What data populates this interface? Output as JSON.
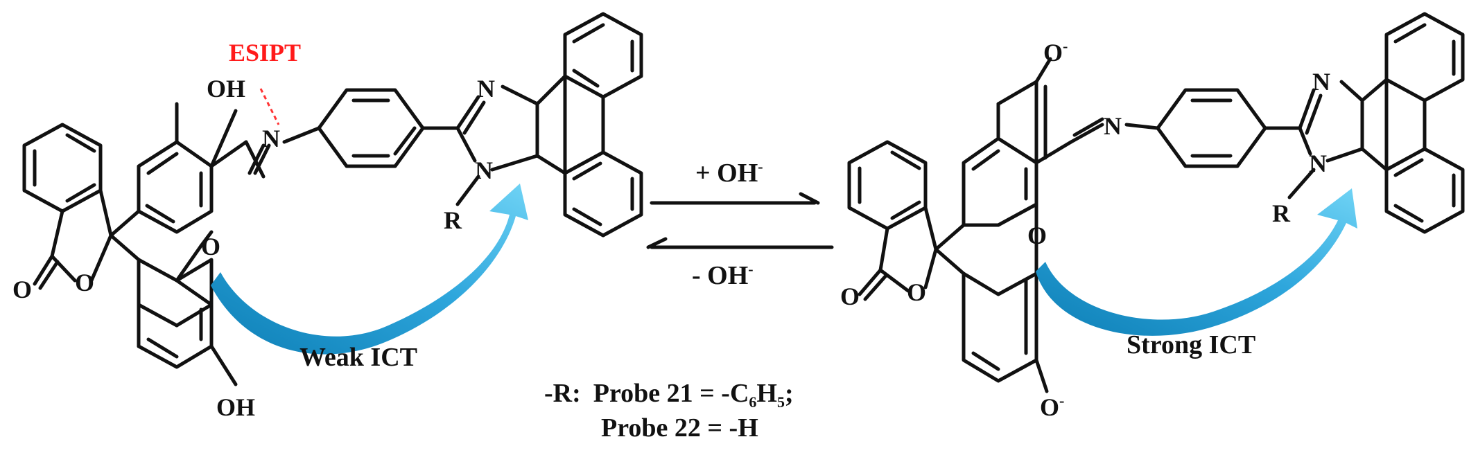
{
  "colors": {
    "ink": "#111111",
    "esipt": "#ff1a1a",
    "ict_arrow_light": "#5cc8ef",
    "ict_arrow_dark": "#0d7fb6"
  },
  "left_structure": {
    "oh_top": "OH",
    "oh_bottom": "OH",
    "imine_n": "N",
    "imidazole_n1": "N",
    "imidazole_n2": "N",
    "r_group": "R",
    "xanthene_o": "O",
    "lactone_o": "O",
    "carbonyl_o": "O",
    "esipt_label": "ESIPT",
    "ict_label": "Weak ICT"
  },
  "right_structure": {
    "phenolate_top": "O",
    "phenolate_top_charge": "-",
    "phenolate_bottom": "O",
    "phenolate_bottom_charge": "-",
    "imine_n": "N",
    "imidazole_n1": "N",
    "imidazole_n2": "N",
    "r_group": "R",
    "xanthene_o": "O",
    "lactone_o": "O",
    "carbonyl_o": "O",
    "ict_label": "Strong ICT"
  },
  "equilibrium": {
    "forward_label": "+ OH",
    "forward_charge": "-",
    "reverse_label": "- OH",
    "reverse_charge": "-"
  },
  "legend": {
    "prefix": "-R:",
    "probe21_text": "Probe 21 = -C",
    "probe21_sub1": "6",
    "probe21_mid": "H",
    "probe21_sub2": "5",
    "probe21_end": ";",
    "probe22_text": "Probe 22 = -H"
  }
}
